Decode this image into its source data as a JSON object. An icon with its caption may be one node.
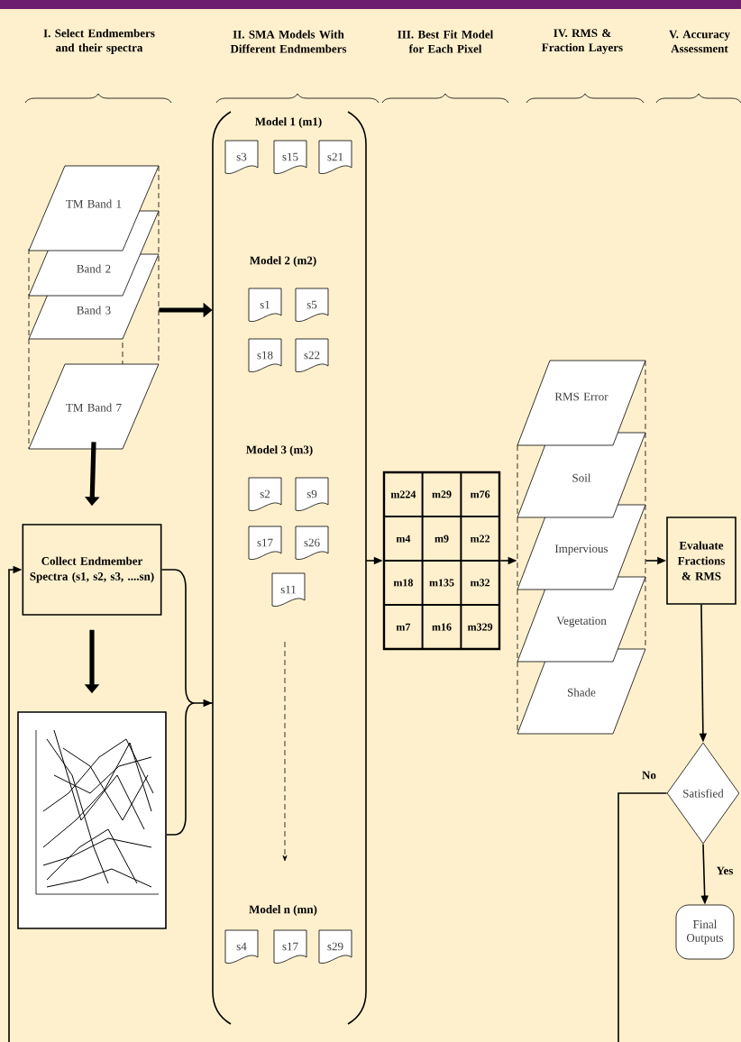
{
  "diagram": {
    "nodes": [
      {
        "text": [
          "TM Band 1"
        ]
      },
      {
        "text": [
          "Band 2"
        ]
      },
      {
        "text": [
          "Band 3"
        ]
      },
      {
        "text": [
          "TM Band 7"
        ]
      },
      {
        "text": [
          "Collect Endmember Spectra (s1, s2, s3, ....sn)"
        ]
      },
      {
        "text": [],
        "shape": "picture"
      },
      {
        "text": [],
        "shape": "box"
      },
      {
        "text": [
          "s3"
        ],
        "in": 6
      },
      {
        "text": [
          "s15"
        ],
        "in": 6
      },
      {
        "text": [
          "s21"
        ],
        "in": 6
      },
      {
        "text": [
          "s1"
        ],
        "in": 6
      },
      {
        "text": [
          "s5"
        ],
        "in": 6
      },
      {
        "text": [
          "s18"
        ],
        "in": 6
      },
      {
        "text": [
          "s22"
        ],
        "in": 6
      },
      {
        "text": [
          "s2"
        ],
        "in": 6
      },
      {
        "text": [
          "s9"
        ],
        "in": 6
      },
      {
        "text": [
          "s17"
        ],
        "in": 6
      },
      {
        "text": [
          "s26"
        ],
        "in": 6
      },
      {
        "text": [
          "s11"
        ],
        "in": 6
      },
      {
        "text": [
          "s4"
        ],
        "in": 6
      },
      {
        "text": [
          "s17"
        ],
        "in": 6
      },
      {
        "text": [
          "s29"
        ],
        "in": 6
      },
      {
        "text": [
          "m224",
          "m29",
          "m76",
          "m4",
          "m9",
          "m22",
          "m18",
          "m135",
          "m32",
          "m7",
          "m16",
          "m329"
        ]
      },
      {
        "text": [
          "RMS Error"
        ]
      },
      {
        "text": [
          "Soil"
        ]
      },
      {
        "text": [
          "Impervious"
        ]
      },
      {
        "text": [
          "Vegetation"
        ]
      },
      {
        "text": [
          "Shade"
        ]
      },
      {
        "text": [
          "Evaluate Fractions & RMS"
        ]
      },
      {
        "text": [
          "Satisfied"
        ]
      },
      {
        "text": [
          "Final Outputs"
        ]
      }
    ],
    "edges": [
      {
        "from": 2,
        "to": 6,
        "arrow": "to",
        "style": "thick"
      },
      {
        "from": 3,
        "to": 4,
        "arrow": "to",
        "style": "thick"
      },
      {
        "from": 4,
        "to": 5,
        "arrow": "to",
        "style": "thick"
      },
      {
        "from": 4,
        "to": 6,
        "arrow": "to"
      },
      {
        "from": 5,
        "to": 6,
        "arrow": "to"
      },
      {
        "from": 6,
        "to": 22,
        "arrow": "to"
      },
      {
        "from": 22,
        "to": 25,
        "arrow": "to"
      },
      {
        "from": 25,
        "to": 28,
        "arrow": "to"
      },
      {
        "from": 28,
        "to": 29,
        "arrow": "to"
      },
      {
        "from": 29,
        "to": 30,
        "arrow": "to",
        "label": "Yes"
      },
      {
        "from": 29,
        "to": 4,
        "arrow": "to",
        "label": "No"
      }
    ],
    "labels": [
      "I. Select Endmembers and their spectra",
      "II. SMA Models With Different Endmembers",
      "III. Best Fit Model for Each Pixel",
      "IV. RMS & Fraction Layers",
      "V. Accuracy Assessment",
      "Model 1 (m1)",
      "Model 2 (m2)",
      "Model 3 (m3)",
      "Model n (mn)"
    ]
  }
}
